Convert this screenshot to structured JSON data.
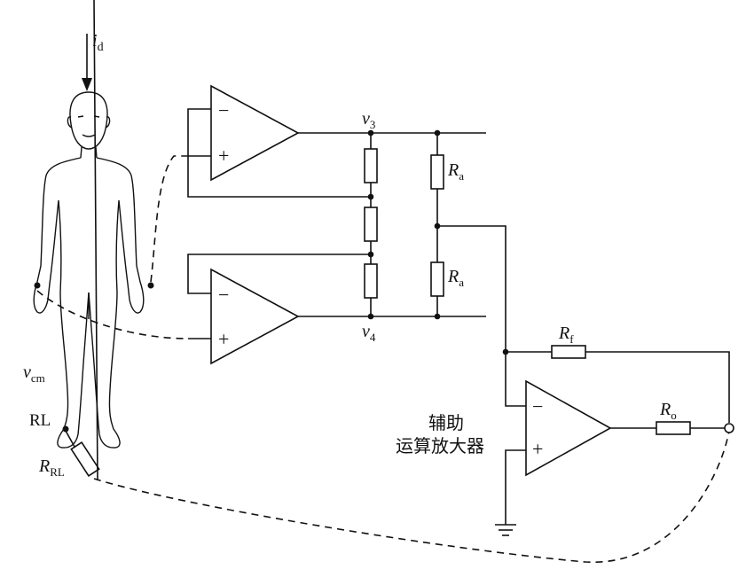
{
  "labels": {
    "id_main": "i",
    "id_sub": "d",
    "v3_main": "v",
    "v3_sub": "3",
    "v4_main": "v",
    "v4_sub": "4",
    "ra1_main": "R",
    "ra1_sub": "a",
    "ra2_main": "R",
    "ra2_sub": "a",
    "rf_main": "R",
    "rf_sub": "f",
    "ro_main": "R",
    "ro_sub": "o",
    "vcm_main": "v",
    "vcm_sub": "cm",
    "rl": "RL",
    "rrl_main": "R",
    "rrl_sub": "RL",
    "aux_line1": "辅助",
    "aux_line2": "运算放大器",
    "minus": "−",
    "plus": "+"
  }
}
